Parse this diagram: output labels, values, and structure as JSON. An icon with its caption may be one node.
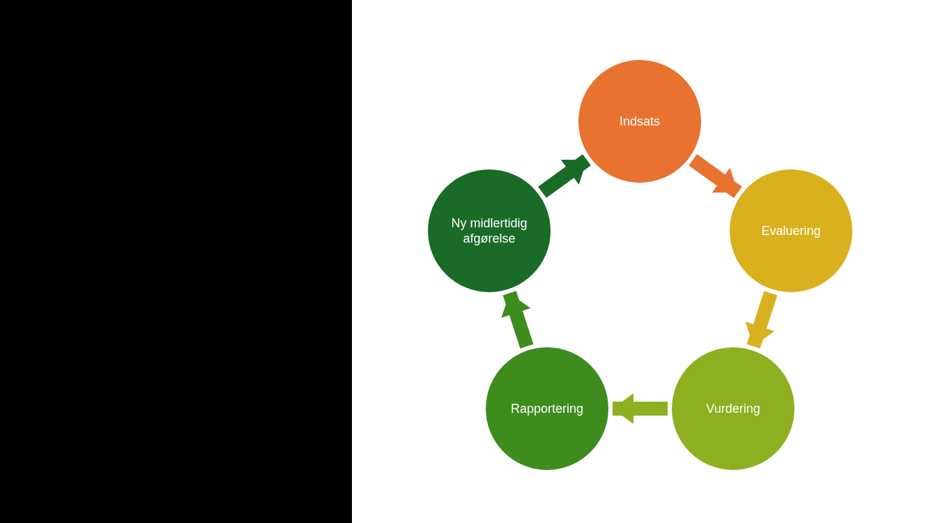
{
  "diagram": {
    "nodes": [
      {
        "text": [
          "Indsats"
        ]
      },
      {
        "text": [
          "Evaluering"
        ]
      },
      {
        "text": [
          "Vurdering"
        ]
      },
      {
        "text": [
          "Rapportering"
        ]
      },
      {
        "text": [
          "Ny midlertidig afgørelse"
        ]
      }
    ],
    "edges": [
      {
        "from": 0,
        "to": 1,
        "arrow": "to",
        "color": "#e8722f"
      },
      {
        "from": 1,
        "to": 2,
        "arrow": "to",
        "color": "#d9b01e"
      },
      {
        "from": 2,
        "to": 3,
        "arrow": "to",
        "color": "#8db020"
      },
      {
        "from": 3,
        "to": 4,
        "arrow": "to",
        "color": "#3f8c1e"
      },
      {
        "from": 4,
        "to": 0,
        "arrow": "to",
        "color": "#1a6a28"
      }
    ]
  }
}
